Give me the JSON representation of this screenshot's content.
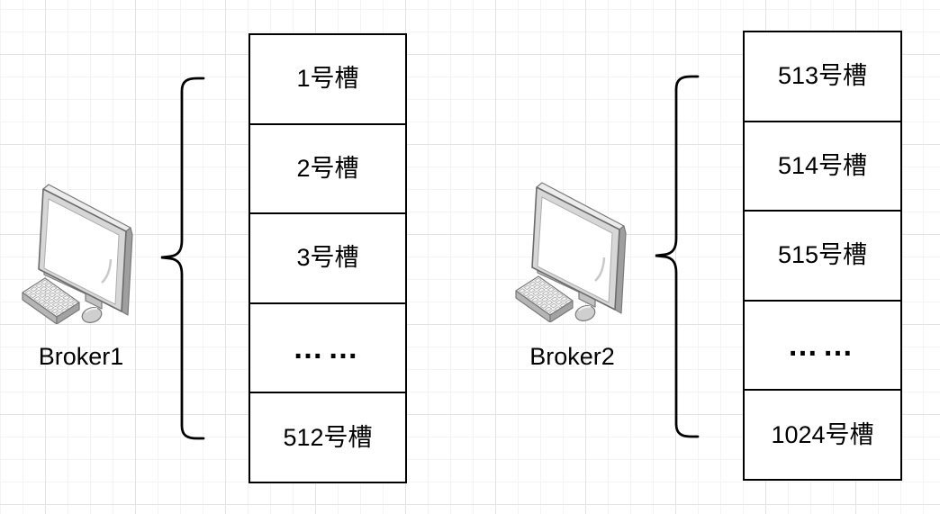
{
  "diagram": {
    "brokers": [
      {
        "name": "Broker1",
        "icon": "computer-icon",
        "slots": [
          "1号槽",
          "2号槽",
          "3号槽",
          "……",
          "512号槽"
        ]
      },
      {
        "name": "Broker2",
        "icon": "computer-icon",
        "slots": [
          "513号槽",
          "514号槽",
          "515号槽",
          "……",
          "1024号槽"
        ]
      }
    ],
    "colors": {
      "stroke": "#000000",
      "text": "#000000",
      "cell_fill": "#ffffff",
      "grid_minor": "#f4f4f4",
      "grid_major": "#e3e3e3",
      "background": "#ffffff"
    }
  }
}
